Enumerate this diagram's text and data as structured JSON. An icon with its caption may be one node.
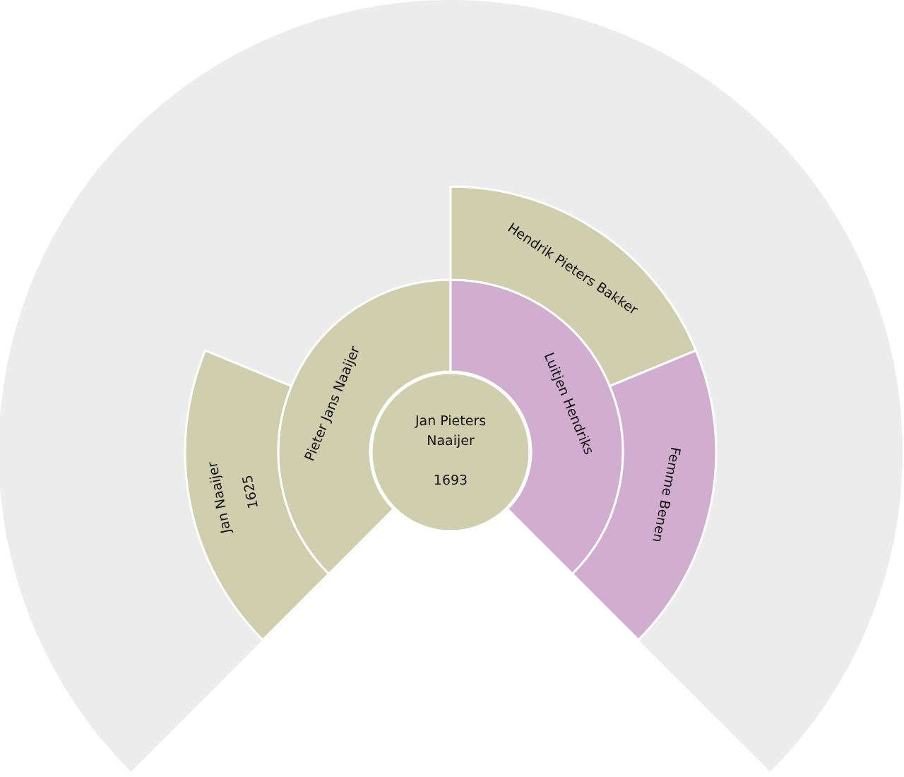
{
  "diagram": {
    "nodes": [
      {
        "text": [
          "Jan Pieters Naaijer",
          "1693"
        ]
      },
      {
        "text": [
          "Pieter Jans Naaijer"
        ]
      },
      {
        "text": [
          "Luitjen Hendriks"
        ]
      },
      {
        "text": [
          "Jan Naaijer",
          "1625"
        ]
      },
      {
        "text": [
          "Hendrik Pieters Bakker"
        ]
      },
      {
        "text": [
          "Femme Benen"
        ]
      }
    ]
  }
}
